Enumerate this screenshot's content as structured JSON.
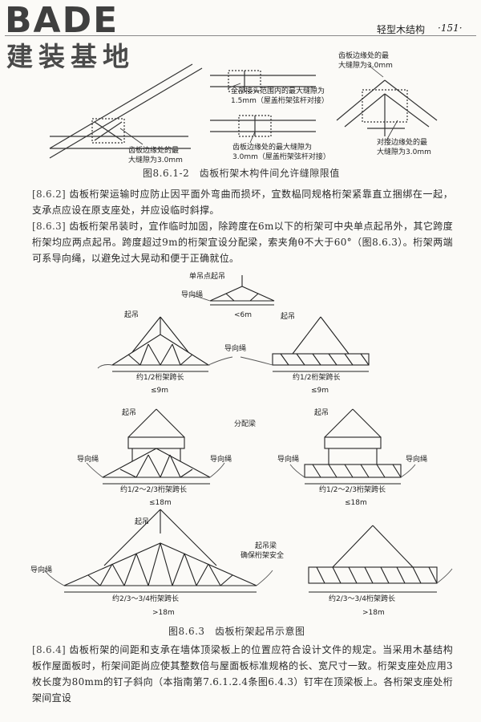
{
  "header": {
    "logo_word": "BADE",
    "logo_sub": "建装基地",
    "section_title": "轻型木结构",
    "page_number": "·151·"
  },
  "fig1": {
    "label_a": "全部接头范围内的最大缝隙为",
    "label_a2": "1.5mm（屋盖桁架弦杆对接）",
    "label_b": "齿板边缘处的最",
    "label_b2": "大缝隙为3.0mm",
    "label_c": "齿板边缘处的最大缝隙为",
    "label_c2": "3.0mm（屋盖桁架弦杆对接）",
    "label_d": "齿板边缘处的最",
    "label_d2": "大缝隙为3.0mm",
    "label_e": "对接边缘处的最",
    "label_e2": "大缝隙为3.0mm",
    "caption": "图8.6.1-2　齿板桁架木构件间允许缝隙限值"
  },
  "para_862": {
    "num": "[8.6.2]",
    "text": "齿板桁架运输时应防止因平面外弯曲而损坏，宜数榀同规格桁架紧靠直立捆绑在一起，支承点应设在原支座处，并应设临时斜撑。"
  },
  "para_863": {
    "num": "[8.6.3]",
    "text": "齿板桁架吊装时，宜作临时加固，除跨度在6m以下的桁架可中央单点起吊外，其它跨度桁架均应两点起吊。跨度超过9m的桁架宜设分配梁，索夹角θ不大于60°（图8.6.3）。桁架两端可系导向绳，以避免过大晃动和便于正确就位。"
  },
  "fig2": {
    "single_point": "单吊点起吊",
    "guide_rope": "导向绳",
    "span_lt6": "<6m",
    "lift": "起吊",
    "half_span": "约1/2桁架跨长",
    "span_le9": "≤9m",
    "spreader": "分配梁",
    "half_twothird": "约1/2～2/3桁架跨长",
    "span_le18": "≤18m",
    "spreader_note1": "起吊梁",
    "spreader_note2": "确保桁架安全",
    "twothird_span": "约2/3～3/4桁架跨长",
    "span_gt18": ">18m",
    "caption": "图8.6.3　齿板桁架起吊示意图"
  },
  "para_864": {
    "num": "[8.6.4]",
    "text": "齿板桁架的间距和支承在墙体顶梁板上的位置应符合设计文件的规定。当采用木基结构板作屋面板时，桁架间距尚应使其整数倍与屋面板标准规格的长、宽尺寸一致。桁架支座处应用3枚长度为80mm的钉子斜向（本指南第7.6.1.2.4条图6.4.3）钉牢在顶梁板上。各桁架支座处桁架间宜设"
  }
}
